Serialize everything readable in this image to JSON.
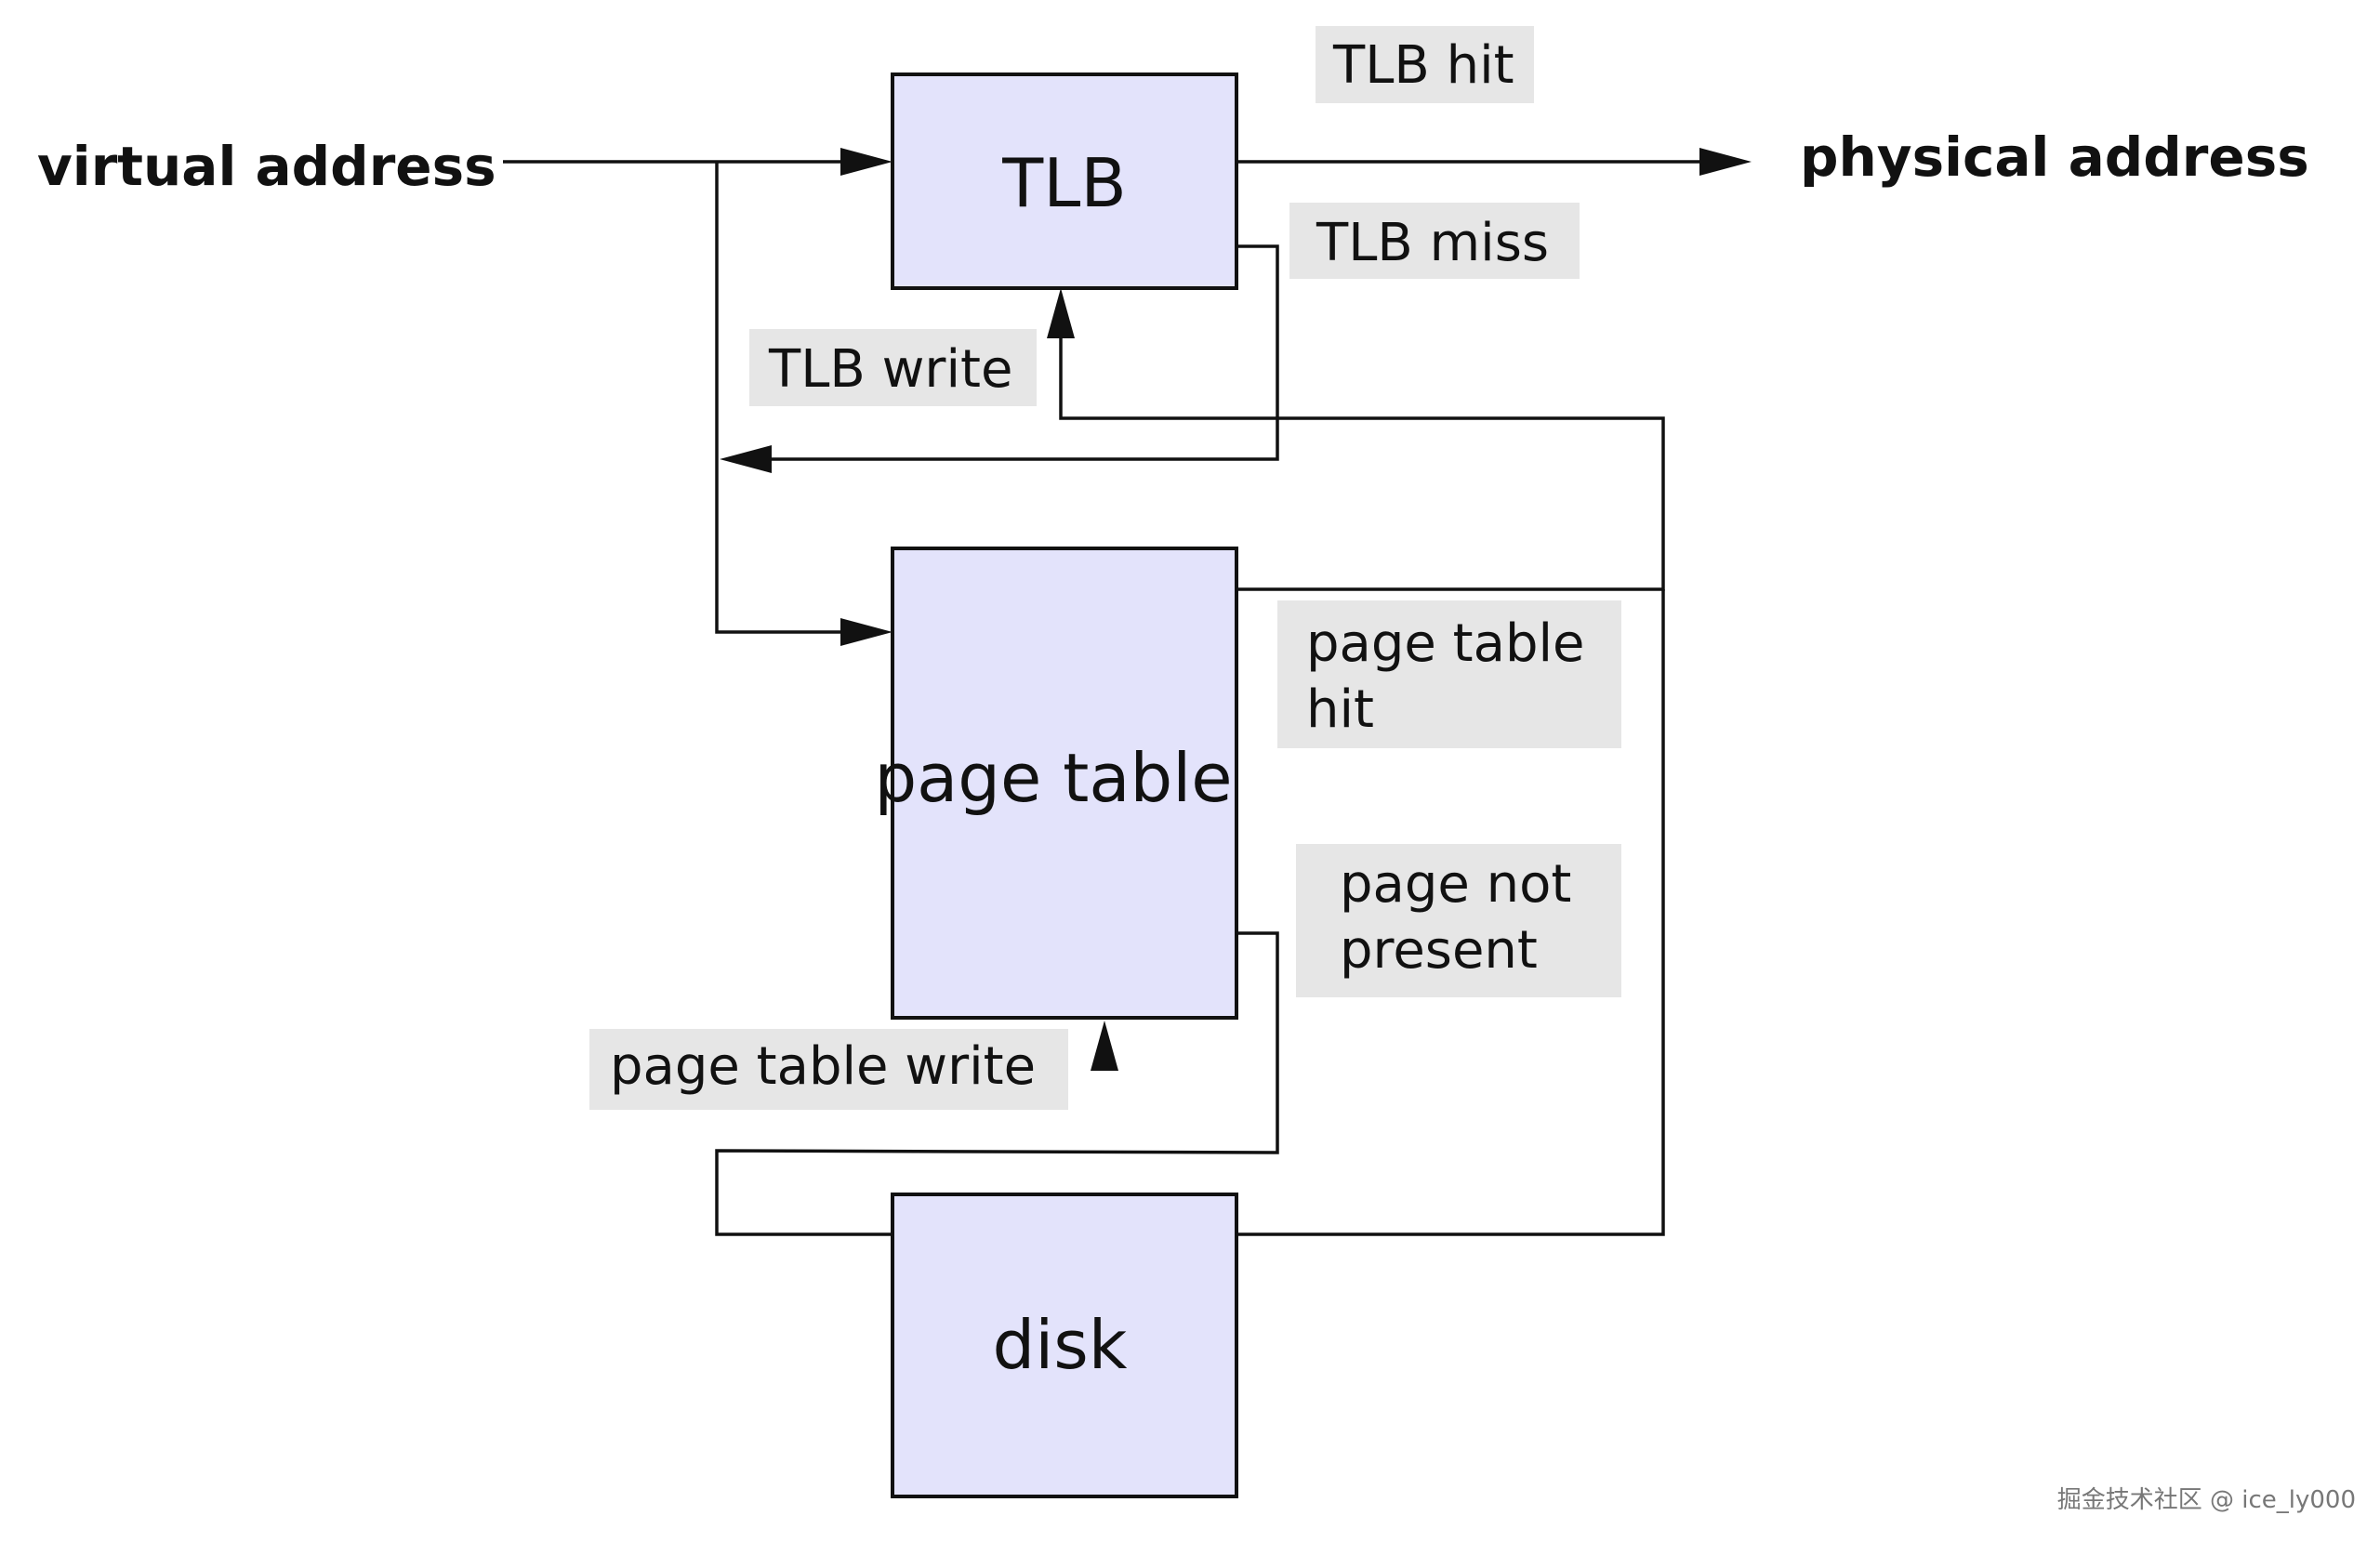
{
  "nodes": {
    "tlb": "TLB",
    "page_table": "page table",
    "disk": "disk"
  },
  "io": {
    "input": "virtual address",
    "output": "physical address"
  },
  "labels": {
    "tlb_hit": "TLB hit",
    "tlb_miss": "TLB miss",
    "tlb_write": "TLB write",
    "page_table_hit_line1": "page table",
    "page_table_hit_line2": "hit",
    "page_not_present_line1": "page not",
    "page_not_present_line2": "present",
    "page_table_write": "page table write"
  },
  "watermark": "掘金技术社区 @ ice_ly000",
  "colors": {
    "box_fill": "#e3e3fb",
    "label_bg": "#e6e6e6",
    "line": "#111111"
  }
}
